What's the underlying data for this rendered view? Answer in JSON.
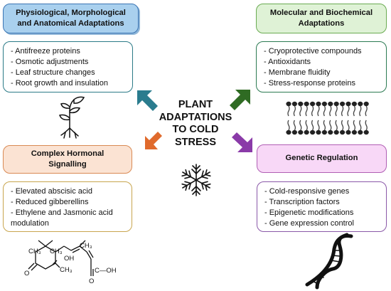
{
  "center_title": [
    "PLANT",
    "ADAPTATIONS",
    "TO COLD",
    "STRESS"
  ],
  "quadrants": {
    "top_left": {
      "title": [
        "Physiological, Morphological",
        "and Anatomical Adaptations"
      ],
      "items": [
        "- Antifreeze proteins",
        "- Osmotic adjustments",
        "- Leaf structure changes",
        "- Root growth and insulation"
      ],
      "color": "#3b75b4"
    },
    "top_right": {
      "title": [
        "Molecular and Biochemical",
        "Adaptations"
      ],
      "items": [
        "- Cryoprotective compounds",
        "- Antioxidants",
        "- Membrane fluidity",
        "- Stress-response proteins"
      ],
      "color": "#6aab52"
    },
    "bottom_left": {
      "title": [
        "Complex Hormonal",
        "Signalling"
      ],
      "items": [
        "- Elevated abscisic acid",
        "- Reduced gibberellins",
        "- Ethylene and Jasmonic acid",
        "modulation"
      ],
      "color": "#d98a54"
    },
    "bottom_right": {
      "title": [
        "Genetic Regulation"
      ],
      "items": [
        "- Cold-responsive genes",
        "- Transcription factors",
        "- Epigenetic modifications",
        "- Gene expression control"
      ],
      "color": "#b05fb4"
    }
  },
  "arrows": {
    "top_left": "#2a7c8e",
    "top_right": "#2f6b23",
    "bottom_left": "#e06a2c",
    "bottom_right": "#8a3aa8"
  },
  "icons": [
    "seedling-icon",
    "snowflake-icon",
    "lipid-bilayer-icon",
    "abscisic-acid-structure",
    "dna-helix-icon"
  ],
  "molecule_labels": {
    "ch3_a": "CH₃",
    "ch3_b": "CH₃",
    "ch3_c": "CH₃",
    "ch3_d": "CH₃",
    "oh": "OH",
    "o_ketone": "O",
    "cooh_o": "O",
    "cooh": "C—OH"
  }
}
